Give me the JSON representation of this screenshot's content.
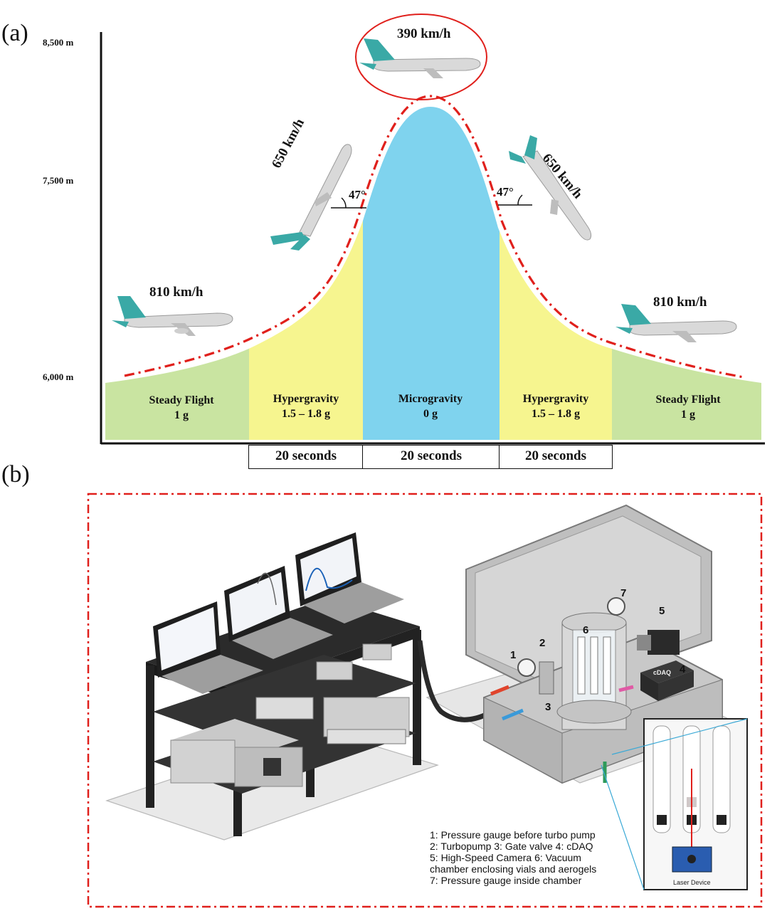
{
  "panel_a": {
    "label": "(a)",
    "altitudes": [
      "8,500 m",
      "7,500 m",
      "6,000 m"
    ],
    "speeds": {
      "top": "390 km/h",
      "left_climb": "650 km/h",
      "right_descent": "650 km/h",
      "left_level": "810 km/h",
      "right_level": "810 km/h"
    },
    "angles": {
      "left": "47°",
      "right": "47°"
    },
    "phases": [
      {
        "name": "Steady Flight",
        "g": "1 g",
        "color": "#c9e4a1"
      },
      {
        "name": "Hypergravity",
        "g": "1.5 – 1.8 g",
        "color": "#f6f58f"
      },
      {
        "name": "Microgravity",
        "g": "0 g",
        "color": "#7fd3ee"
      },
      {
        "name": "Hypergravity",
        "g": "1.5 – 1.8 g",
        "color": "#f6f58f"
      },
      {
        "name": "Steady Flight",
        "g": "1 g",
        "color": "#c9e4a1"
      }
    ],
    "durations": [
      "20 seconds",
      "20 seconds",
      "20 seconds"
    ]
  },
  "panel_b": {
    "label": "(b)",
    "callouts": [
      "1",
      "2",
      "3",
      "4",
      "5",
      "6",
      "7"
    ],
    "daq_label": "cDAQ",
    "inset_label": "Laser Device",
    "legend": [
      "1: Pressure gauge before turbo pump",
      "2: Turbopump 3: Gate valve 4: cDAQ",
      "5: High-Speed Camera  6: Vacuum",
      "chamber enclosing vials and aerogels",
      "7: Pressure gauge inside chamber"
    ]
  },
  "colors": {
    "trajectory": "#e0201c",
    "steady": "#c9e4a1",
    "hyper": "#f6f58f",
    "micro": "#7fd3ee",
    "plane_tail": "#3aa9a6"
  }
}
